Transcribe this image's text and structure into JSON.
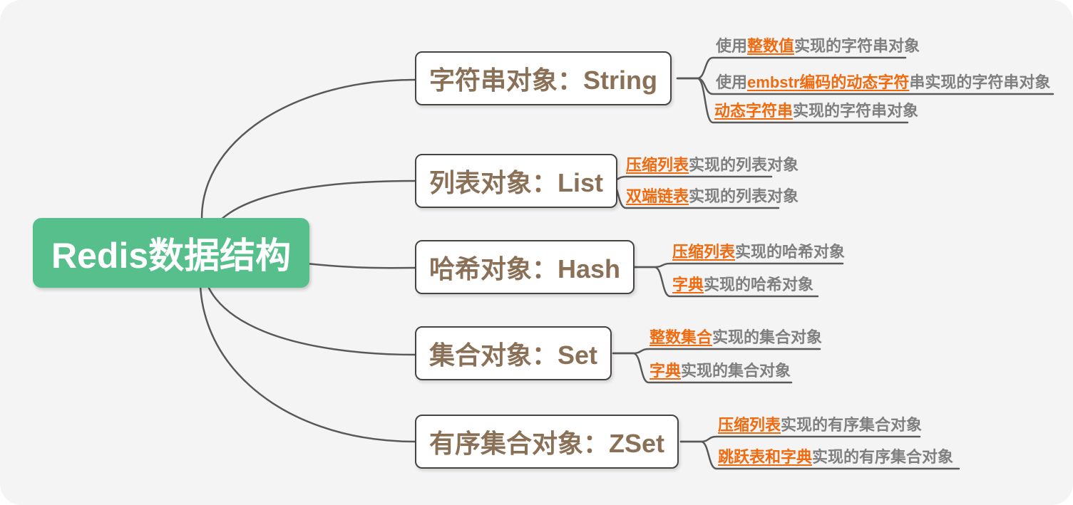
{
  "mindmap": {
    "root": {
      "label": "Redis数据结构"
    },
    "branches": [
      {
        "label": "字符串对象：String",
        "children": [
          {
            "prefix": "使用",
            "highlight": "整数值",
            "suffix": "实现的字符串对象"
          },
          {
            "prefix": "使用",
            "highlight": "embstr编码的动态字符",
            "suffix": "串实现的字符串对象"
          },
          {
            "prefix": "",
            "highlight": "动态字符串",
            "suffix": "实现的字符串对象"
          }
        ]
      },
      {
        "label": "列表对象：List",
        "children": [
          {
            "prefix": "",
            "highlight": "压缩列表",
            "suffix": "实现的列表对象"
          },
          {
            "prefix": "",
            "highlight": "双端链表",
            "suffix": "实现的列表对象"
          }
        ]
      },
      {
        "label": "哈希对象：Hash",
        "children": [
          {
            "prefix": "",
            "highlight": "压缩列表",
            "suffix": "实现的哈希对象"
          },
          {
            "prefix": "",
            "highlight": "字典",
            "suffix": "实现的哈希对象"
          }
        ]
      },
      {
        "label": "集合对象：Set",
        "children": [
          {
            "prefix": "",
            "highlight": "整数集合",
            "suffix": "实现的集合对象"
          },
          {
            "prefix": "",
            "highlight": "字典",
            "suffix": "实现的集合对象"
          }
        ]
      },
      {
        "label": "有序集合对象：ZSet",
        "children": [
          {
            "prefix": "",
            "highlight": "压缩列表",
            "suffix": "实现的有序集合对象"
          },
          {
            "prefix": "",
            "highlight": "跳跃表和字典",
            "suffix": "实现的有序集合对象"
          }
        ]
      }
    ]
  },
  "colors": {
    "canvas-bg": "#f5f4f4",
    "root-bg": "#57bf8c",
    "root-text": "#ffffff",
    "branch-text": "#8a7057",
    "leaf-text": "#7f7f7f",
    "highlight": "#f06a0f",
    "line": "#595959",
    "node-border": "#474440"
  }
}
